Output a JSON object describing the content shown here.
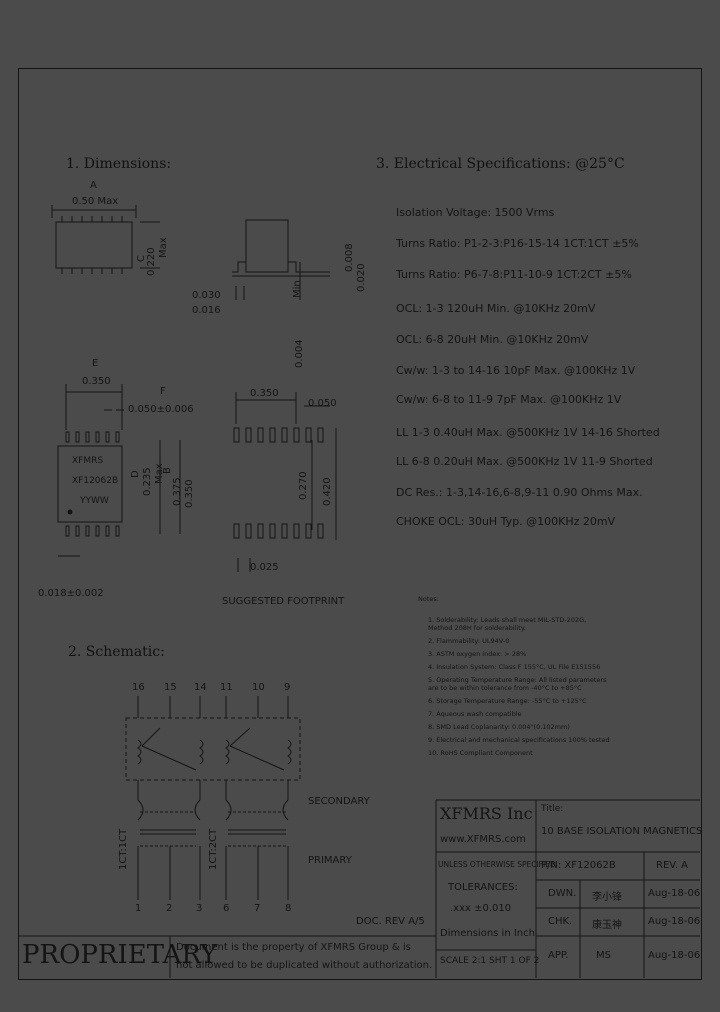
{
  "sections": {
    "dimensions": "1. Dimensions:",
    "schematic": "2. Schematic:",
    "electrical": "3. Electrical   Specifications: @25°C"
  },
  "dimensions": {
    "a_letter": "A",
    "a_value": "0.50 Max",
    "c_letter": "C",
    "c_value": "0.220",
    "c_max": "Max",
    "lead_a": "0.030",
    "lead_b": "0.016",
    "lead_c": "0.008",
    "lead_d": "0.020",
    "min_value": "0.004",
    "min_label": "Min",
    "e_letter": "E",
    "e_value": "0.350",
    "f_letter": "F",
    "f_value": "0.050±0.006",
    "d_letter": "D",
    "d_value": "0.235",
    "d_max": "Max",
    "b_letter": "B",
    "b_value": "0.375",
    "b_value2": "0.350",
    "marking_line1": "XFMRS",
    "marking_line2": "XF12062B",
    "marking_line3": "YYWW",
    "g_value": "0.018±0.002",
    "fp_350a": "0.350",
    "fp_050": "0.050",
    "fp_270": "0.270",
    "fp_420": "0.420",
    "fp_025": "0.025",
    "footprint_label": "SUGGESTED FOOTPRINT"
  },
  "specs": [
    "Isolation Voltage:  1500 Vrms",
    "Turns Ratio: P1-2-3:P16-15-14  1CT:1CT ±5%",
    "Turns Ratio: P6-7-8:P11-10-9  1CT:2CT ±5%",
    "OCL: 1-3  120uH Min. @10KHz 20mV",
    "OCL: 6-8  20uH Min. @10KHz 20mV",
    "Cw/w: 1-3 to 14-16  10pF Max. @100KHz 1V",
    "Cw/w: 6-8 to 11-9  7pF Max. @100KHz 1V",
    "LL  1-3    0.40uH Max. @500KHz 1V 14-16 Shorted",
    "LL  6-8    0.20uH Max. @500KHz 1V 11-9 Shorted",
    "DC Res.: 1-3,14-16,6-8,9-11  0.90 Ohms Max.",
    "CHOKE OCL: 30uH Typ. @100KHz 20mV"
  ],
  "notes": {
    "title": "Notes:",
    "items": [
      "1. Solderability: Leads shall meet MIL-STD-202G,",
      "    Method 208H for solderability.",
      "2. Flammability: UL94V-0",
      "3. ASTM oxygen index: > 28%",
      "4. Insulation System: Class F 155°C, UL File E151556",
      "5. Operating Temperature Range: All listed parameters",
      "    are to be within tolerance from -40°C to +85°C",
      "6. Storage Temperature Range: -55°C to +125°C",
      "7. Aqueous wash compatible",
      "8. SMD Lead Coplanarity: 0.004\"(0.102mm)",
      "9. Electrical and mechanical specifications 100% tested",
      "10. RoHS Compliant Component"
    ]
  },
  "schematic": {
    "top_pins": [
      "16",
      "15",
      "14",
      "11",
      "10",
      "9"
    ],
    "bottom_pins": [
      "1",
      "2",
      "3",
      "6",
      "7",
      "8"
    ],
    "ratio_left": "1CT:1CT",
    "ratio_right": "1CT:2CT",
    "secondary": "SECONDARY",
    "primary": "PRIMARY"
  },
  "doc_rev": "DOC. REV A/5",
  "title_block": {
    "company": "XFMRS Inc",
    "website": "www.XFMRS.com",
    "title_label": "Title:",
    "title": "10 BASE ISOLATION MAGNETICS",
    "pn": "P/N: XF12062B",
    "rev": "REV. A",
    "unless": "UNLESS OTHERWISE SPECIFIED",
    "tolerances": "TOLERANCES:",
    "tol_value": ".xxx ±0.010",
    "units": "Dimensions in Inch",
    "scale": "SCALE 2:1  SHT 1 OF 2",
    "dwn_label": "DWN.",
    "dwn_name": "李小锋",
    "dwn_date": "Aug-18-06",
    "chk_label": "CHK.",
    "chk_name": "康玉神",
    "chk_date": "Aug-18-06",
    "app_label": "APP.",
    "app_name": "MS",
    "app_date": "Aug-18-06"
  },
  "proprietary": {
    "label": "PROPRIETARY",
    "line1": "Document is the property of XFMRS Group & is",
    "line2": "not allowed to be duplicated without authorization."
  }
}
